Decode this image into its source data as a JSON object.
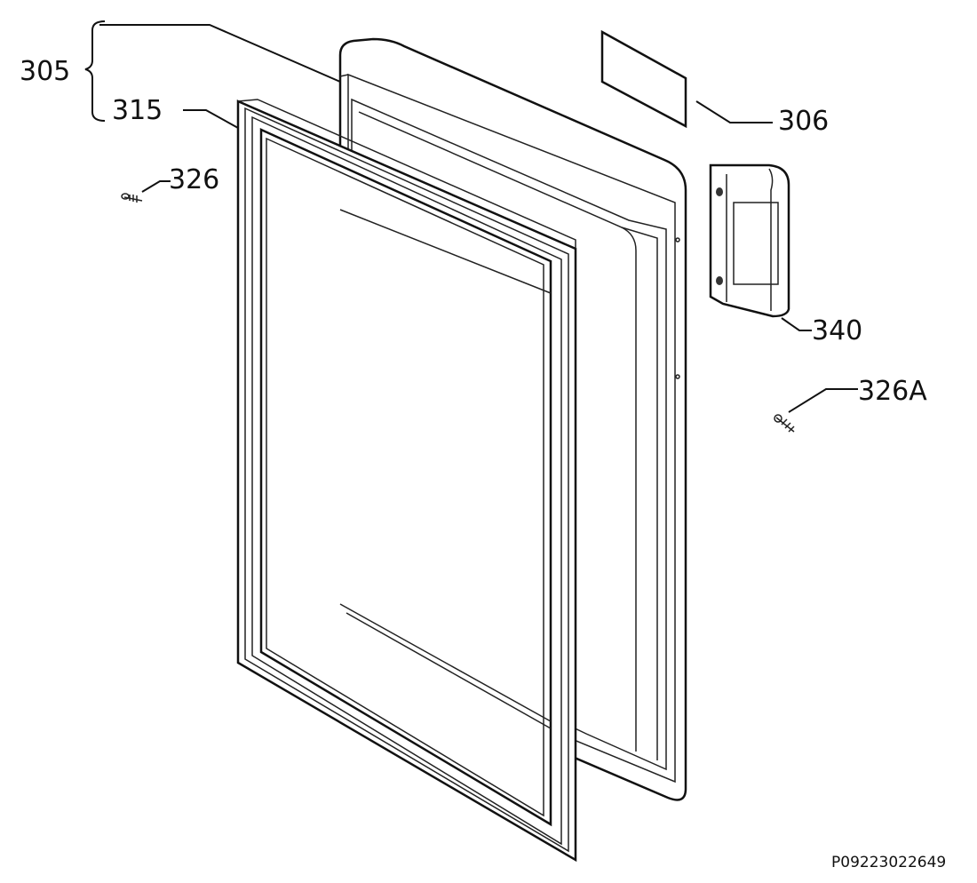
{
  "diagram": {
    "labels": {
      "door_assembly": "305",
      "door_gasket": "315",
      "label_plate": "306",
      "screw_left": "326",
      "handle": "340",
      "screw_right": "326A"
    },
    "drawing_code": "P09223022649"
  }
}
